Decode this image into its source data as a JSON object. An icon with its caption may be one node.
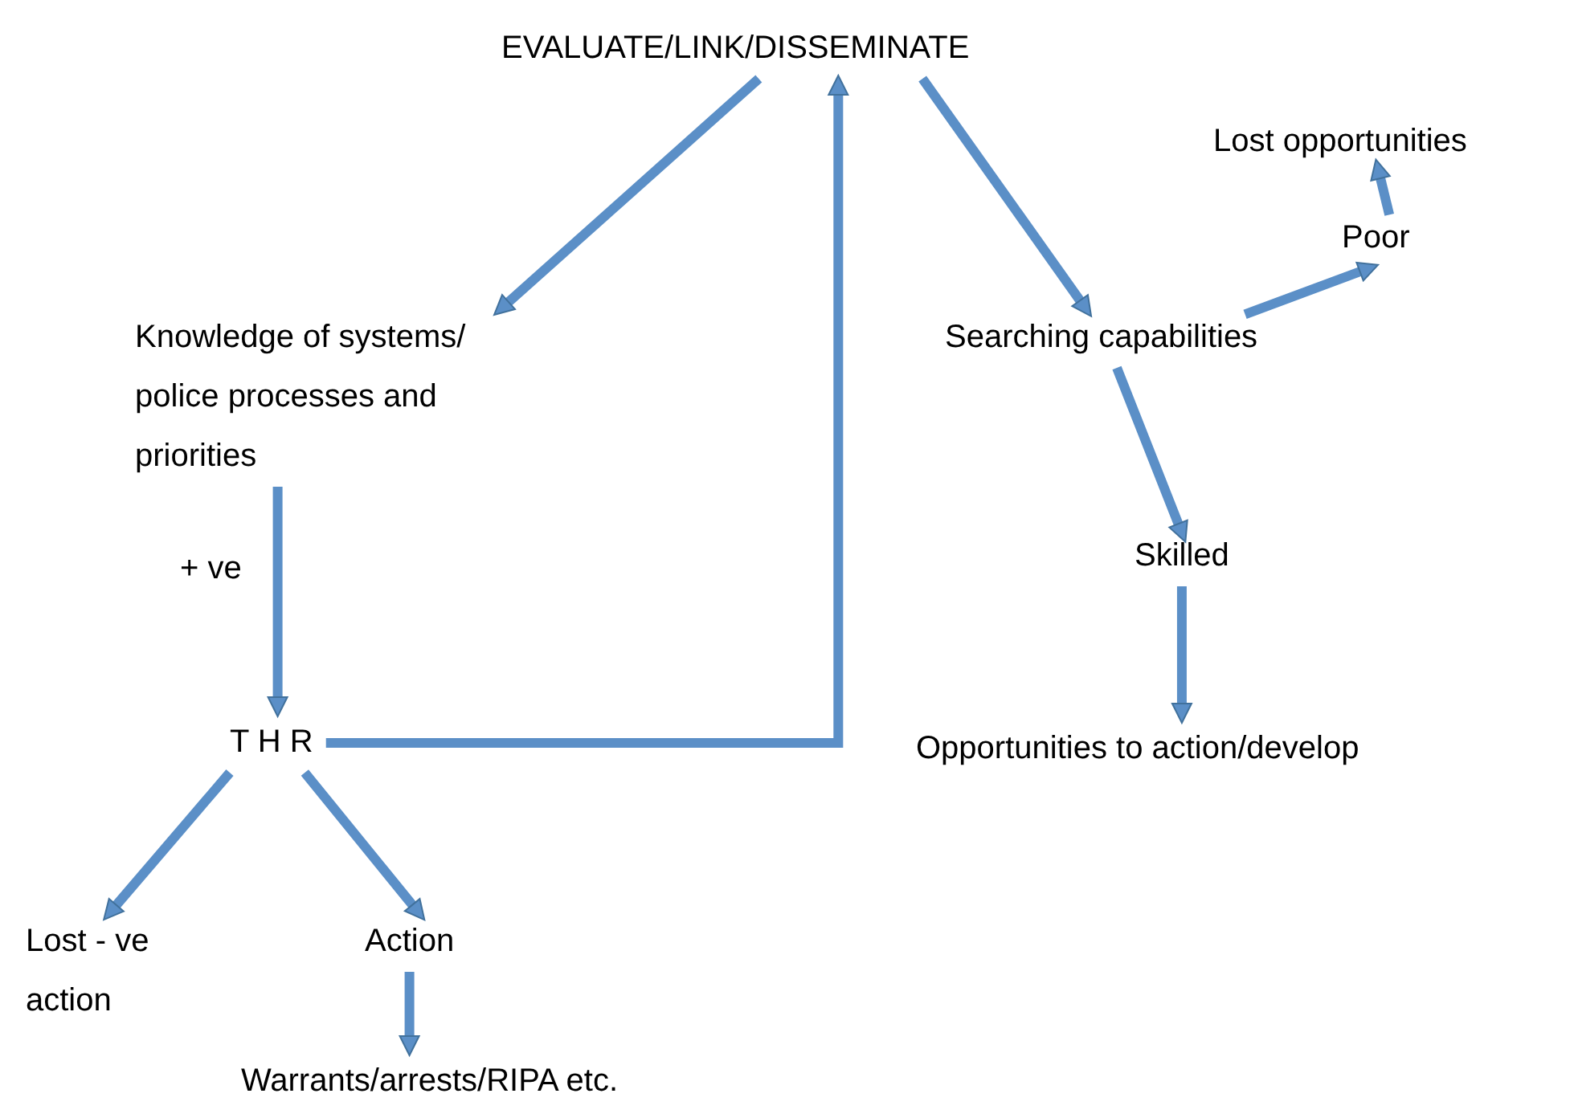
{
  "diagram": {
    "nodes": [
      {
        "text": [
          "EVALUATE/LINK/DISSEMINATE"
        ]
      },
      {
        "text": [
          "Knowledge of systems/ police processes and priorities"
        ]
      },
      {
        "text": [
          "T H R"
        ]
      },
      {
        "text": [
          "Lost - ve action"
        ]
      },
      {
        "text": [
          "Action"
        ]
      },
      {
        "text": [
          "Warrants/arrests/RIPA etc."
        ]
      },
      {
        "text": [
          "Searching capabilities"
        ]
      },
      {
        "text": [
          "Poor"
        ]
      },
      {
        "text": [
          "Lost opportunities"
        ]
      },
      {
        "text": [
          "Skilled"
        ]
      },
      {
        "text": [
          "Opportunities to action/develop"
        ]
      }
    ],
    "edges": [
      {
        "from": 0,
        "to": 1,
        "arrow": "to"
      },
      {
        "from": 0,
        "to": 6,
        "arrow": "to"
      },
      {
        "from": 1,
        "to": 2,
        "arrow": "to",
        "label": "+ ve"
      },
      {
        "from": 2,
        "to": 0,
        "arrow": "to"
      },
      {
        "from": 2,
        "to": 3,
        "arrow": "to"
      },
      {
        "from": 2,
        "to": 4,
        "arrow": "to"
      },
      {
        "from": 4,
        "to": 5,
        "arrow": "to"
      },
      {
        "from": 6,
        "to": 7,
        "arrow": "to"
      },
      {
        "from": 7,
        "to": 8,
        "arrow": "to"
      },
      {
        "from": 6,
        "to": 9,
        "arrow": "to"
      },
      {
        "from": 9,
        "to": 10,
        "arrow": "to"
      }
    ]
  }
}
